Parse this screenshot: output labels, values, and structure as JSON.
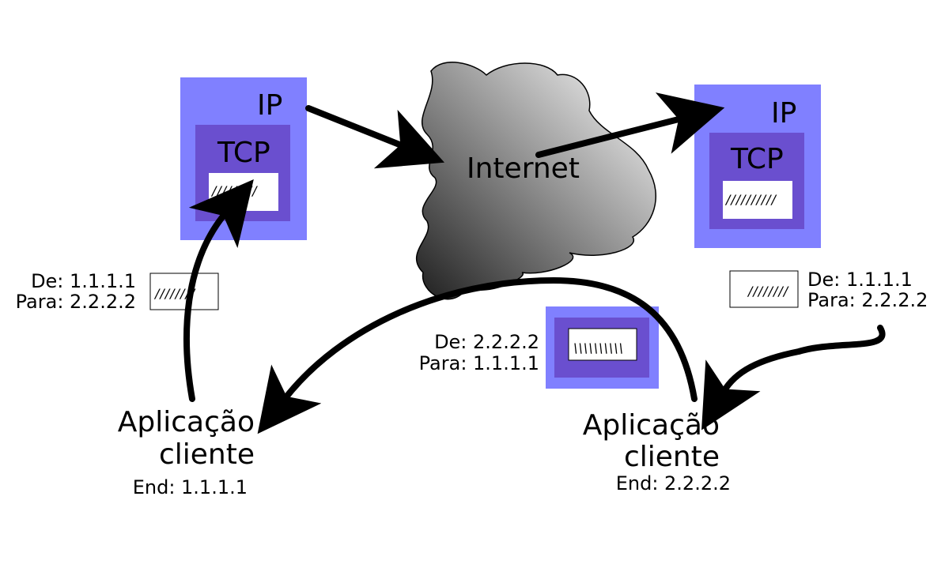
{
  "colors": {
    "ip_box": "#8080ff",
    "tcp_box": "#6a4fcf",
    "payload_box": "#ffffff",
    "arrow": "#000000",
    "cloud_dark": "#1e1e1e",
    "cloud_light": "#ffffff"
  },
  "internet": {
    "label": "Internet"
  },
  "left_stack": {
    "ip_label": "IP",
    "tcp_label": "TCP",
    "payload_text": "/////////"
  },
  "right_stack": {
    "ip_label": "IP",
    "tcp_label": "TCP",
    "payload_text": "//////////"
  },
  "left_packet": {
    "from": "De: 1.1.1.1",
    "to": "Para: 2.2.2.2",
    "payload_text": "////////"
  },
  "right_packet": {
    "from": "De: 1.1.1.1",
    "to": "Para: 2.2.2.2",
    "payload_text": "////////"
  },
  "reply_packet": {
    "from": "De: 2.2.2.2",
    "to": "Para: 1.1.1.1",
    "payload_text": "\\\\\\\\\\\\\\\\\\\\"
  },
  "left_app": {
    "line1": "Aplicação",
    "line2": "cliente",
    "address": "End: 1.1.1.1"
  },
  "right_app": {
    "line1": "Aplicação",
    "line2": "cliente",
    "address": "End: 2.2.2.2"
  }
}
